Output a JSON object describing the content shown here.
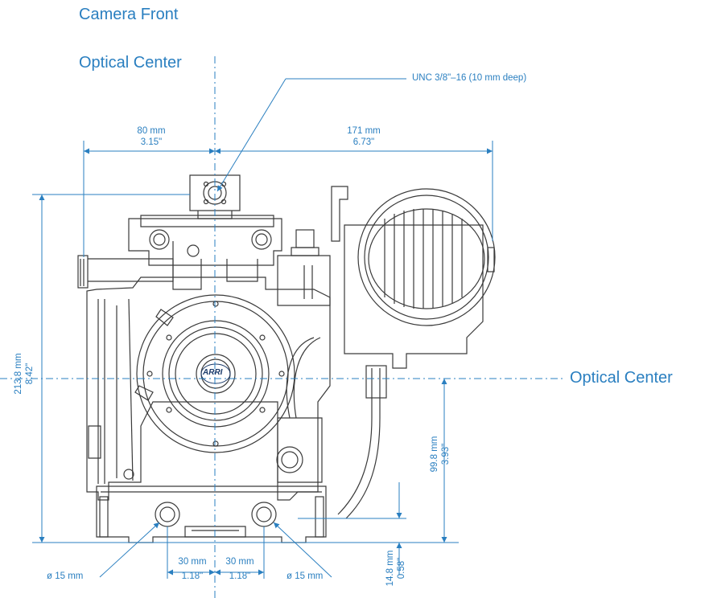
{
  "title": "Camera Front",
  "optical_center_labels": {
    "top": "Optical Center",
    "right": "Optical Center"
  },
  "thread_callout": "UNC 3/8\"–16 (10 mm deep)",
  "dims": {
    "left_width": {
      "mm": "80 mm",
      "in": "3.15\""
    },
    "right_width": {
      "mm": "171 mm",
      "in": "6.73\""
    },
    "total_height": {
      "mm": "213.8 mm",
      "in": "8.42\""
    },
    "center_height": {
      "mm": "99.8 mm",
      "in": "3.93\""
    },
    "rod_offset": {
      "mm": "14.8 mm",
      "in": "0.58\""
    },
    "rod_left_spacing": {
      "mm": "30 mm",
      "in": "1.18\""
    },
    "rod_right_spacing": {
      "mm": "30 mm",
      "in": "1.18\""
    },
    "rod_left_diameter": "ø 15 mm",
    "rod_right_diameter": "ø 15 mm"
  },
  "logo_text": "ARRI",
  "colors": {
    "dimension": "#2a7fc0",
    "drawing": "#3a3a3a"
  }
}
